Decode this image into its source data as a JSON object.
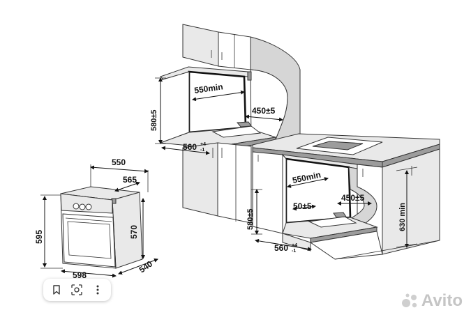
{
  "dimensions": {
    "oven_width": "550",
    "oven_depth_body": "565",
    "oven_height_total": "595",
    "oven_height_body": "570",
    "oven_front_width": "598",
    "oven_depth_total": "540",
    "wall_niche_depth": "550min",
    "wall_niche_height": "580±5",
    "wall_niche_vent": "450±5",
    "wall_niche_width": "560",
    "wall_niche_width_tol_plus": "+4",
    "wall_niche_width_tol_minus": "-1",
    "under_niche_depth": "550min",
    "under_niche_height": "580±5",
    "under_niche_gap": "50±5",
    "under_niche_vent": "450±5",
    "under_niche_width": "560",
    "under_niche_width_tol_plus": "+4",
    "under_niche_width_tol_minus": "-1",
    "counter_height": "630 min"
  },
  "toolbar": {
    "bookmark_icon": "bookmark-icon",
    "lens_icon": "image-search-icon",
    "more_icon": "more-vertical-icon"
  },
  "watermark": {
    "text": "Avito",
    "icon": "avito-dots-icon"
  }
}
